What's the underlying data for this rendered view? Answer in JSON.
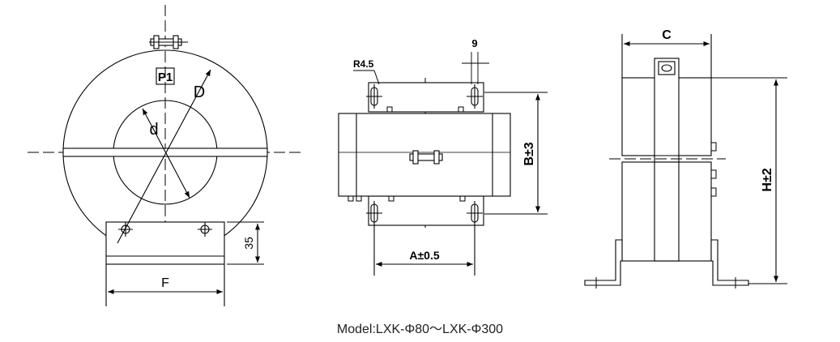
{
  "caption": "Model:LXK-Φ80～LXK-Φ300",
  "front_view": {
    "terminal_label": "P1",
    "outer_diameter_label": "D",
    "inner_diameter_label": "d",
    "base_height_label": "35",
    "base_width_label": "F"
  },
  "side_view": {
    "radius_label": "R4.5",
    "slot_width_label": "9",
    "height_tolerance_label": "B±3",
    "width_tolerance_label": "A±0.5"
  },
  "end_view": {
    "width_label": "C",
    "height_tolerance_label": "H±2"
  }
}
